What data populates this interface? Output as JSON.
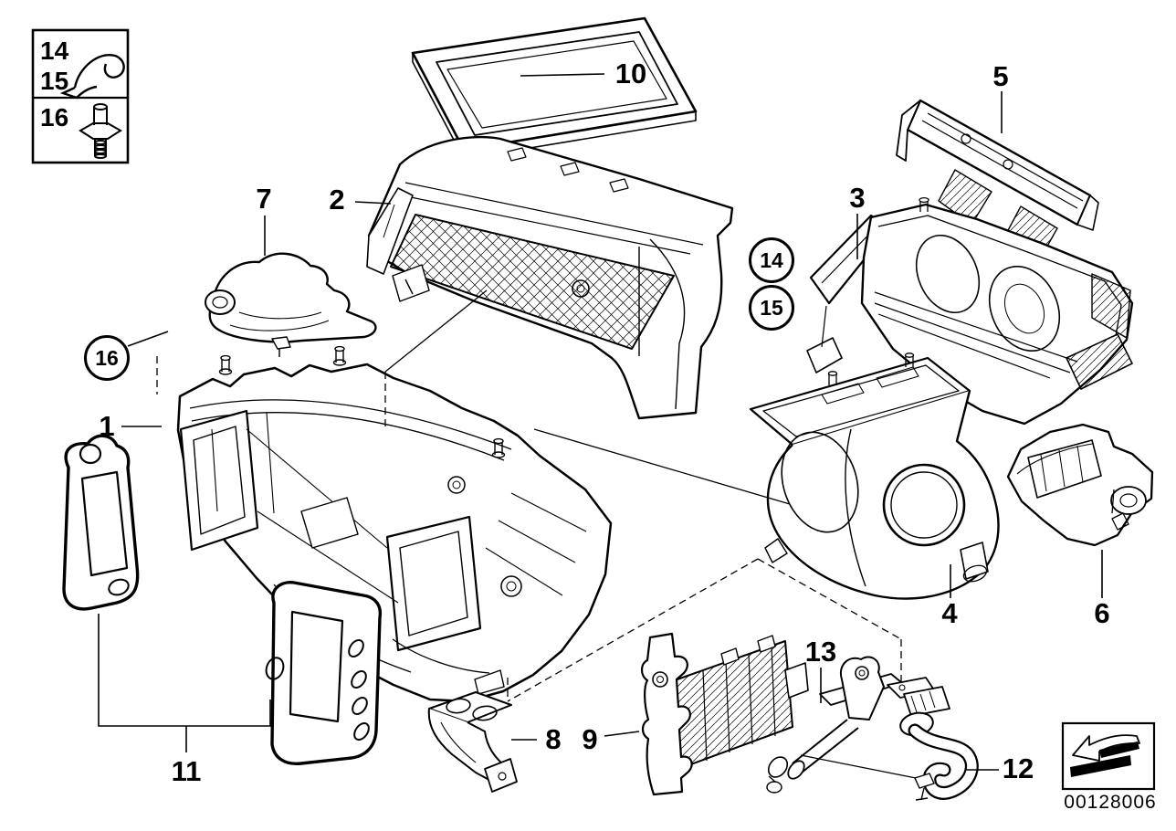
{
  "colors": {
    "background": "#ffffff",
    "line": "#000000"
  },
  "legend": {
    "top_cell": {
      "line1": "14",
      "line2": "15",
      "icon": "retaining-clip-icon"
    },
    "bottom_cell": {
      "line1": "16",
      "icon": "expanding-rivet-icon"
    }
  },
  "callouts": {
    "c1": "1",
    "c2": "2",
    "c3": "3",
    "c4": "4",
    "c5": "5",
    "c6": "6",
    "c7": "7",
    "c8": "8",
    "c9": "9",
    "c10": "10",
    "c11": "11",
    "c12": "12",
    "c13": "13"
  },
  "circled_callouts": {
    "c14": "14",
    "c15": "15",
    "c16": "16"
  },
  "footer": {
    "doc_number": "00128006",
    "icon": "assembly-direction-arrow-icon"
  }
}
